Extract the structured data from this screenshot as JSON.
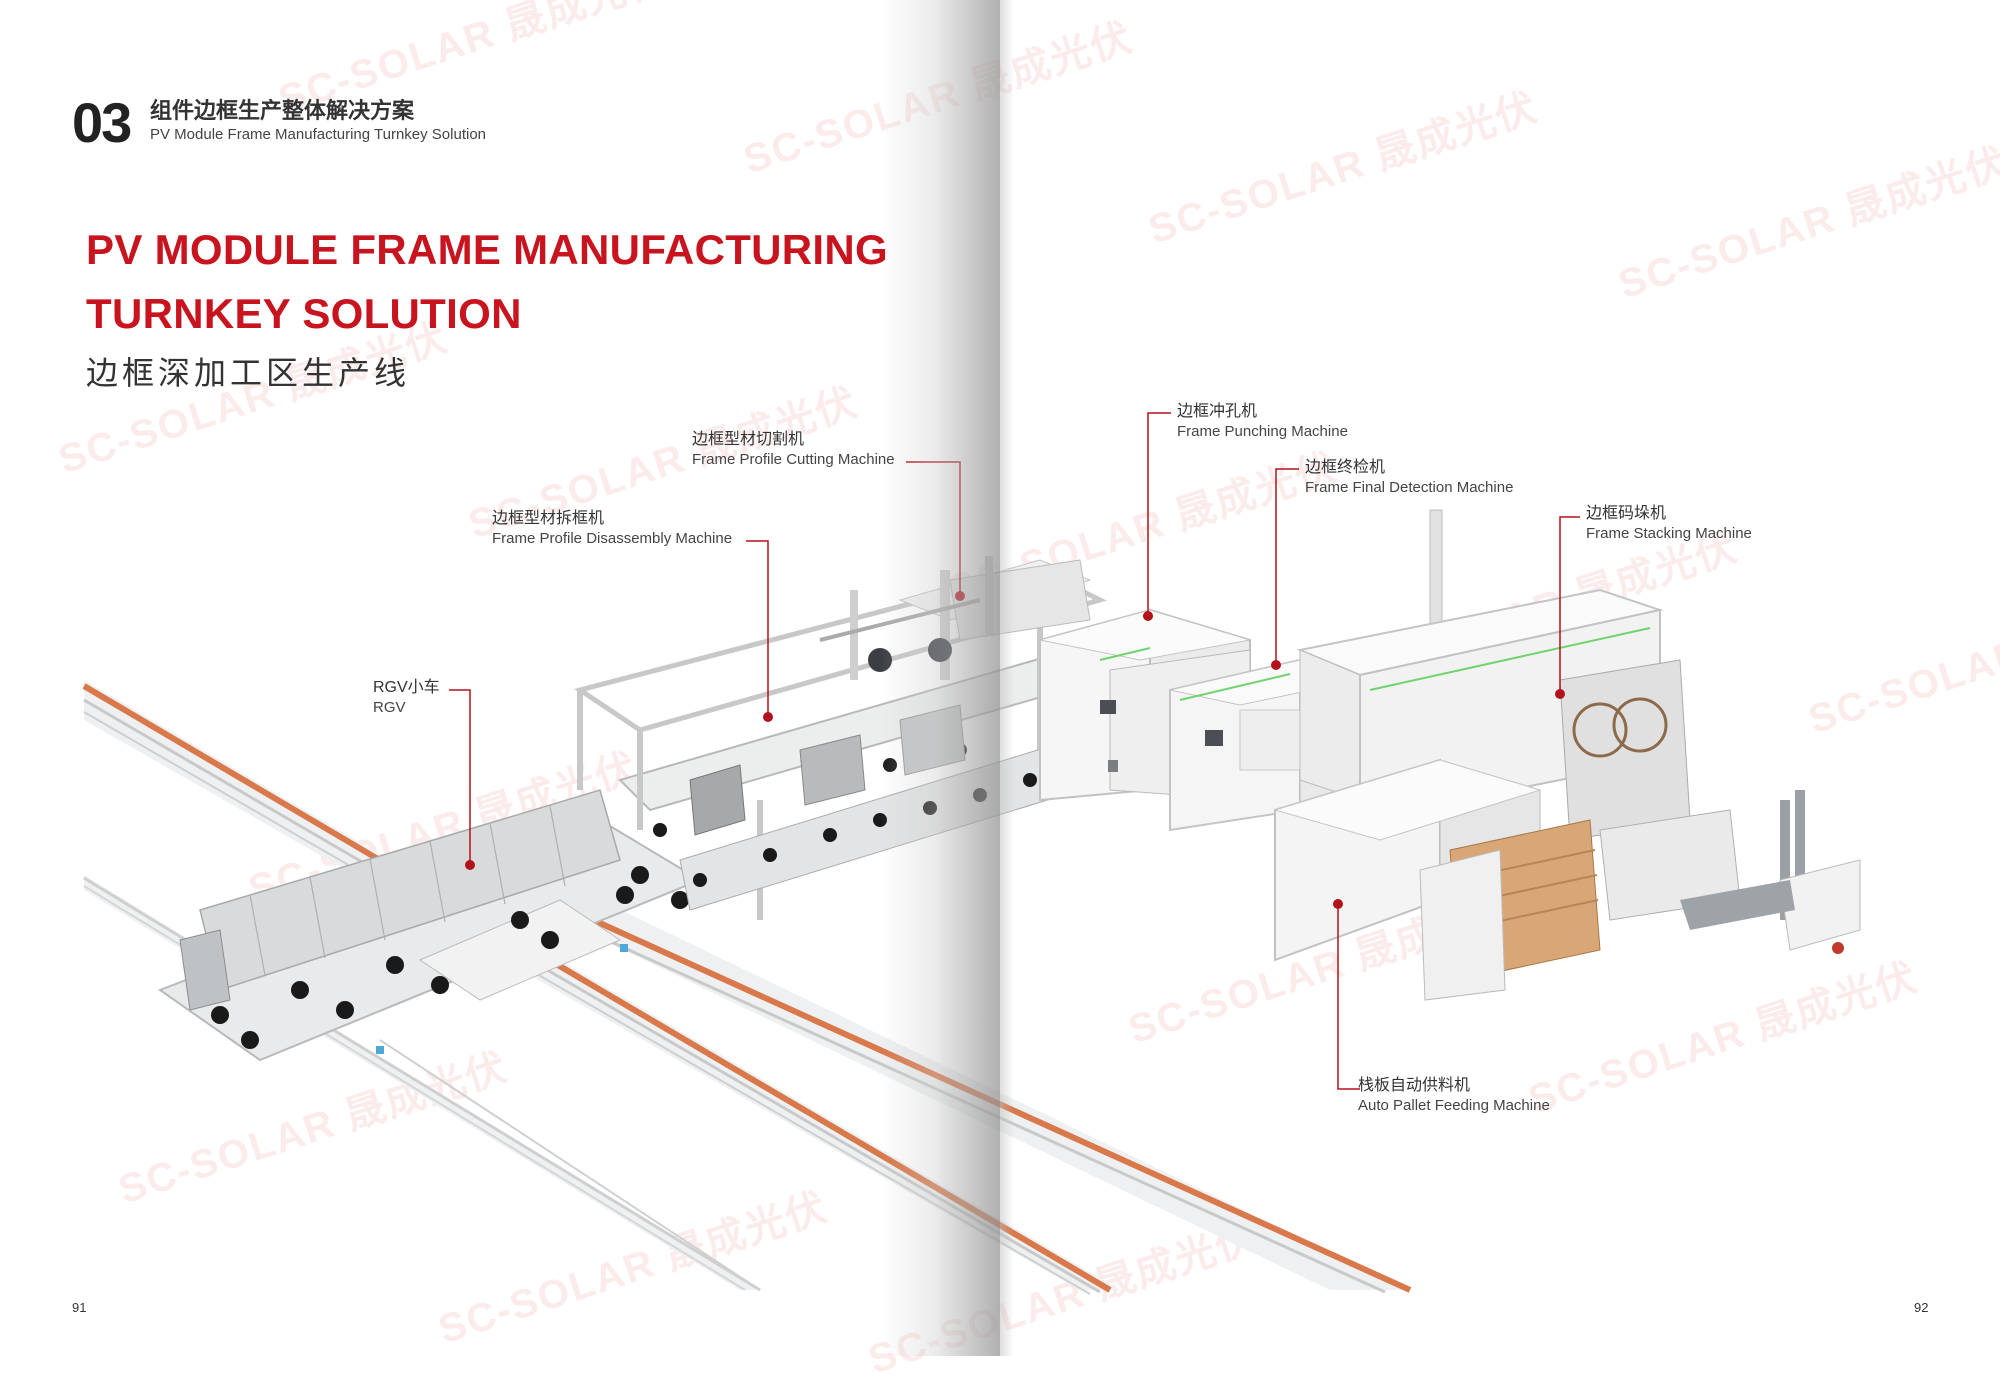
{
  "section": {
    "number": "03",
    "title_cn": "组件边框生产整体解决方案",
    "title_en": "PV Module Frame Manufacturing Turnkey Solution"
  },
  "headline": {
    "line1": "PV MODULE FRAME MANUFACTURING",
    "line2": "TURNKEY SOLUTION",
    "subtitle_cn": "边框深加工区生产线"
  },
  "labels": {
    "cutting": {
      "cn": "边框型材切割机",
      "en": "Frame Profile Cutting Machine"
    },
    "disassembly": {
      "cn": "边框型材拆框机",
      "en": "Frame Profile Disassembly Machine"
    },
    "rgv": {
      "cn": "RGV小车",
      "en": "RGV"
    },
    "punching": {
      "cn": "边框冲孔机",
      "en": "Frame Punching Machine"
    },
    "detection": {
      "cn": "边框终检机",
      "en": "Frame Final Detection Machine"
    },
    "stacking": {
      "cn": "边框码垛机",
      "en": "Frame Stacking Machine"
    },
    "pallet": {
      "cn": "栈板自动供料机",
      "en": "Auto Pallet Feeding Machine"
    }
  },
  "page_numbers": {
    "left": "91",
    "right": "92"
  },
  "watermark": {
    "text": "SC-SOLAR 晟成光伏"
  },
  "colors": {
    "accent_red": "#c8141e",
    "leader_red": "#b3121b",
    "rail_orange": "#d9784a"
  }
}
